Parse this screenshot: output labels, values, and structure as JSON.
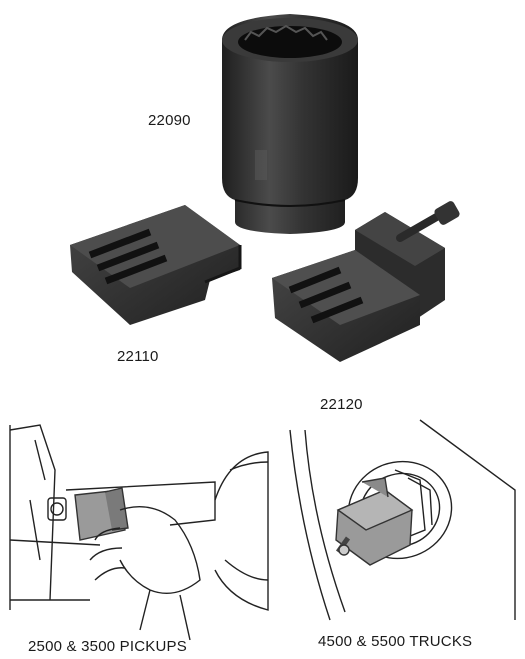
{
  "parts": [
    {
      "id": "socket",
      "part_number": "22090"
    },
    {
      "id": "tool-small",
      "part_number": "22110"
    },
    {
      "id": "tool-bolted",
      "part_number": "22120"
    }
  ],
  "applications": [
    {
      "id": "pickups",
      "caption": "2500 & 3500 PICKUPS"
    },
    {
      "id": "trucks",
      "caption": "4500 & 5500 TRUCKS"
    }
  ],
  "colors": {
    "tool_metal": "#2e2e2e",
    "tool_highlight": "#4a4a4a",
    "line_art": "#222222",
    "tool_in_diagram": "#9a9a9a"
  }
}
